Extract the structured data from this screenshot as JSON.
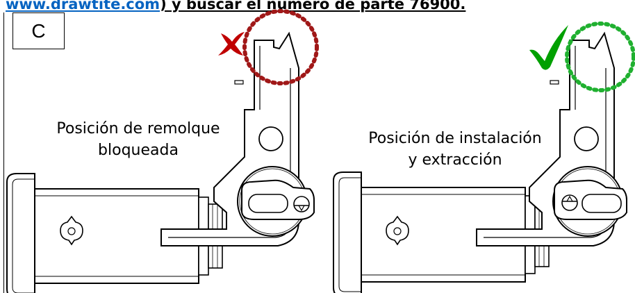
{
  "header": {
    "link_text": "www.drawtite.com",
    "text_after": ") y buscar el número de parte 76900."
  },
  "section_label": "C",
  "left_panel": {
    "caption_line1": "Posición de remolque",
    "caption_line2": "bloqueada",
    "marker": "x-mark-icon",
    "marker_color": "#c00000",
    "circle_color": "#a01818"
  },
  "right_panel": {
    "caption_line1": "Posición de instalación",
    "caption_line2": "y extracción",
    "marker": "checkmark-icon",
    "marker_color": "#00a000",
    "circle_color": "#20b030"
  }
}
